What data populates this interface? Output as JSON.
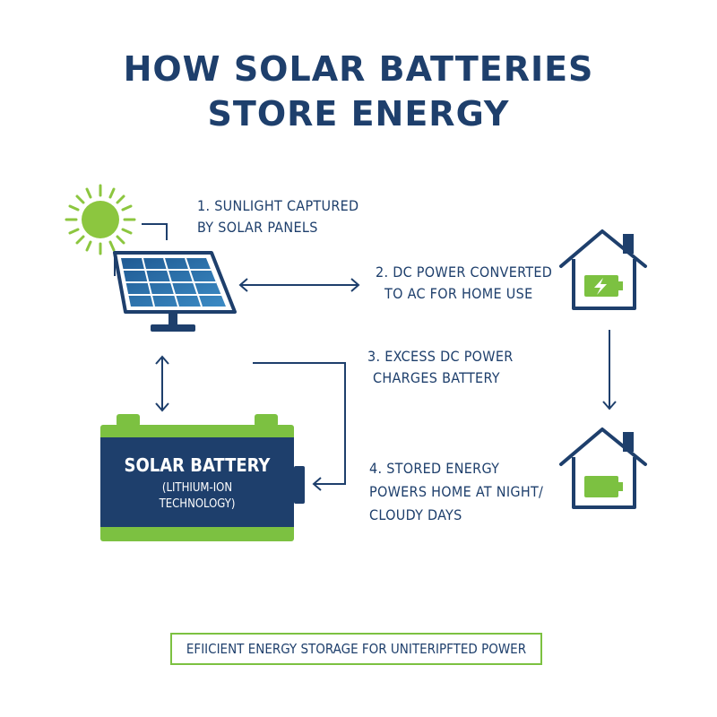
{
  "title": {
    "line1": "HOW SOLAR BATTERIES",
    "line2": "STORE ENERGY"
  },
  "steps": [
    {
      "line1": "1. SUNLIGHT CAPTURED",
      "line2": "BY SOLAR PANELS"
    },
    {
      "line1": "2. DC POWER CONVERTED",
      "line2": "TO AC FOR HOME USE"
    },
    {
      "line1": "3. EXCESS DC POWER",
      "line2": "CHARGES BATTERY"
    },
    {
      "line1": "4. STORED ENERGY",
      "line2": "POWERS HOME AT NIGHT/",
      "line3": "CLOUDY DAYS"
    }
  ],
  "battery": {
    "label": "SOLAR BATTERY",
    "sub1": "(LITHIUM-ION",
    "sub2": "TECHNOLOGY)"
  },
  "footer": "EFIICIENT ENERGY STORAGE FOR UNITERIPFTED POWER",
  "colors": {
    "navy": "#1e3f6c",
    "green": "#7cc141",
    "sun": "#8cc63f",
    "panel_blue": "#2e6fa8"
  },
  "icons": [
    "sun-icon",
    "solar-panel-icon",
    "house-charging-icon",
    "house-battery-icon",
    "battery-icon"
  ]
}
